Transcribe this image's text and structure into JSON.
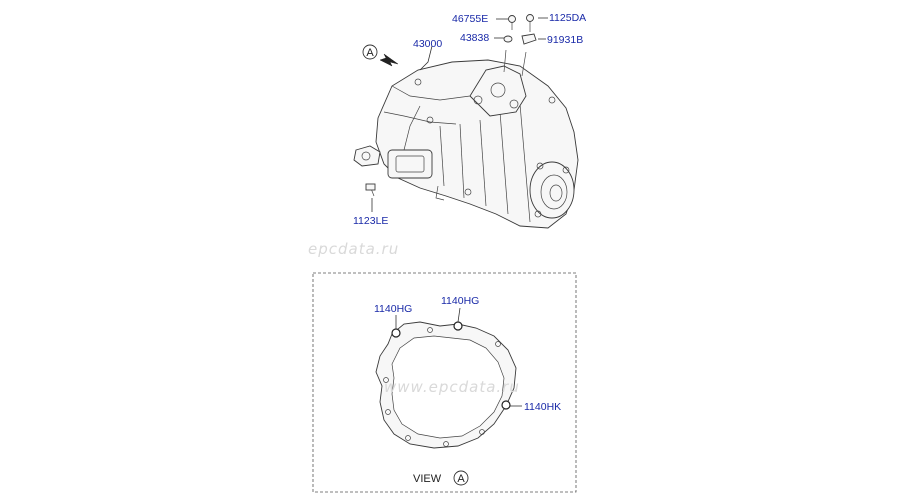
{
  "watermarks": [
    "epcdata.ru",
    "www.epcdata.ru"
  ],
  "callouts": {
    "part_43000": "43000",
    "part_46755E": "46755E",
    "part_1125DA": "1125DA",
    "part_43838": "43838",
    "part_91931B": "91931B",
    "part_1123LE": "1123LE",
    "part_1140HG_left": "1140HG",
    "part_1140HG_right": "1140HG",
    "part_1140HK": "1140HK"
  },
  "view_marker": {
    "letter": "A",
    "view_word": "VIEW",
    "view_letter": "A"
  },
  "colors": {
    "callout_text": "#1a2aa8",
    "line_art": "#333333",
    "watermark": "#d9d9d9"
  }
}
